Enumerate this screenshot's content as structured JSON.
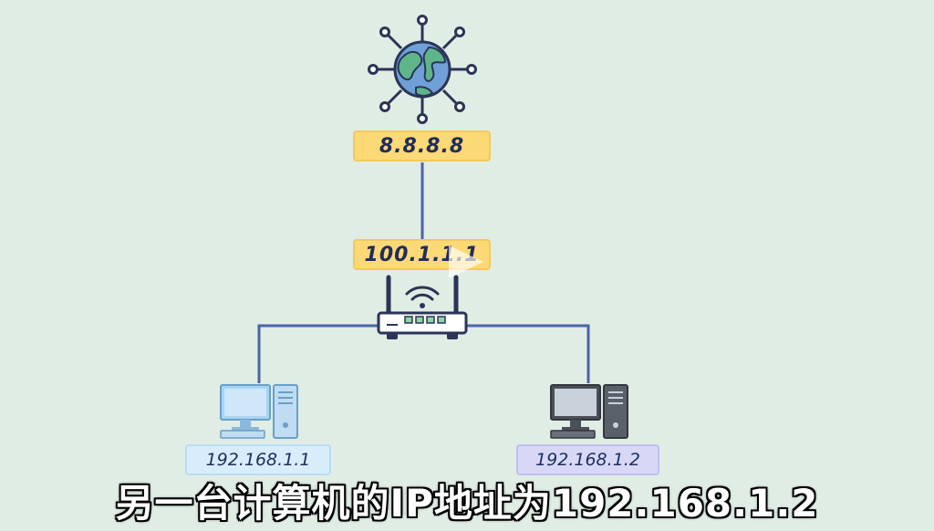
{
  "labels": {
    "internet_ip": "8.8.8.8",
    "router_ip": "100.1.1.1",
    "pc1_ip": "192.168.1.1",
    "pc2_ip": "192.168.1.2"
  },
  "subtitle": "另一台计算机的IP地址为192.168.1.2",
  "icons": {
    "internet": "globe-network-icon",
    "router": "wifi-router-icon",
    "pc1": "desktop-computer-icon",
    "pc2": "desktop-computer-icon",
    "play": "play-icon"
  },
  "colors": {
    "background": "#e0ede4",
    "wire": "#4a64a8",
    "public_label": "#fbd977",
    "pc1_label": "#d9ecfb",
    "pc2_label": "#d8d8f6",
    "globe_water": "#6fa0d8",
    "globe_land": "#5fb58a",
    "dark_stroke": "#2b3556"
  }
}
